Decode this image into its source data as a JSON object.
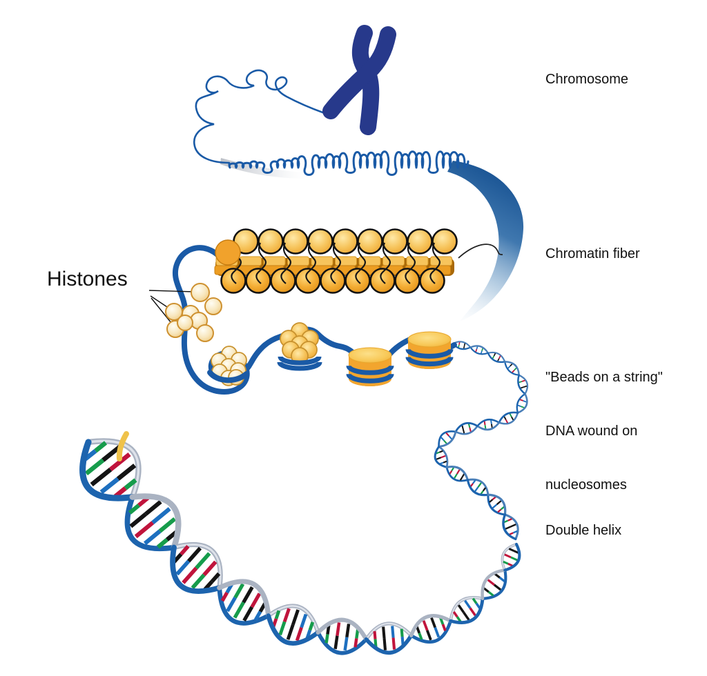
{
  "figure": {
    "title_implied": "DNA packaging levels diagram",
    "stages": [
      {
        "label": "Chromosome"
      },
      {
        "label": "Chromatin fiber"
      },
      {
        "label": "\"Beads on a string\" DNA wound on nucleosomes"
      },
      {
        "label": "Double helix"
      }
    ]
  },
  "labels": {
    "histones": "Histones",
    "chromosome": "Chromosome",
    "chromatin_fiber": "Chromatin fiber",
    "beads_line1": "\"Beads on a string\"",
    "beads_line2": "DNA wound on",
    "beads_line3": "nucleosomes",
    "double_helix": "Double helix"
  },
  "colors": {
    "navy": "#27398B",
    "strand_blue": "#1A5AA6",
    "ribbon_blue": "#1D64AE",
    "ribbon_silver": "#AAB3C2",
    "ribbon_sheen": "#E3E7EE",
    "gold": "#F2A930",
    "gold_light": "#F7C45C",
    "gold_deep": "#EC9D22",
    "gold_dark": "#D9880F",
    "band_shadow": "#A96908",
    "histone_stroke": "#CE9130",
    "cluster_stroke": "#C8922E",
    "rung_green": "#169C4B",
    "rung_red": "#C0143C",
    "rung_black": "#141414",
    "rung_blue": "#1D6FBF",
    "outline_black": "#121212",
    "swoosh_blue": "#0F4A8C",
    "text": "#111111"
  }
}
